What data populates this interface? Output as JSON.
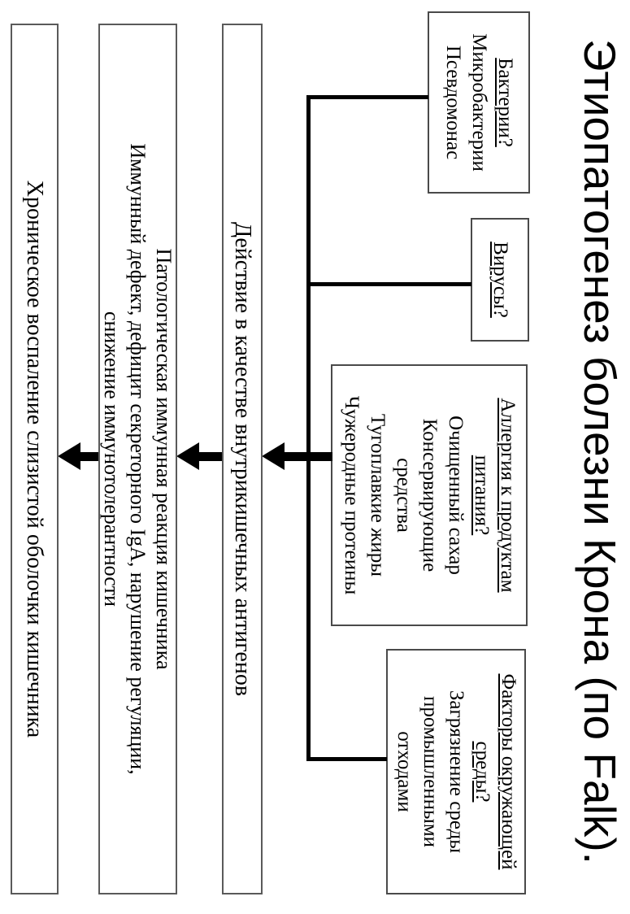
{
  "title": "Этиопатогенез болезни Крона (по Falk).",
  "source_boxes": {
    "bacteria": {
      "heading": "Бактерии?",
      "lines": [
        "Микробактерии",
        "Псевдомонас"
      ]
    },
    "viruses": {
      "heading": "Вирусы?"
    },
    "allergy": {
      "heading_line1": "Аллергия к продуктам",
      "heading_line2": "питания?",
      "lines": [
        "Очищенный сахар",
        "Консервирующие",
        "средства",
        "Тугоплавкие жиры",
        "Чужеродные протеины"
      ]
    },
    "environment": {
      "heading_line1": "Факторы окружающей",
      "heading_line2": "среды?",
      "lines": [
        "Загрязнение среды",
        "промышленными",
        "отходами"
      ]
    }
  },
  "stage_boxes": {
    "antigens": {
      "line1": "Действие в качестве внутрикишечных антигенов"
    },
    "immune_reaction": {
      "line1": "Патологическая иммунная реакция кишечника",
      "line2": "Иммунный дефект, дефицит секреторного IgA, нарушение регуляции,",
      "line3": "снижение иммунотолерантности"
    },
    "inflammation": {
      "line1": "Хроническое воспаление слизистой оболочки кишечника"
    }
  },
  "colors": {
    "background": "#ffffff",
    "text": "#000000",
    "connector_line": "#000000",
    "box_border": "#4a4a4a"
  }
}
